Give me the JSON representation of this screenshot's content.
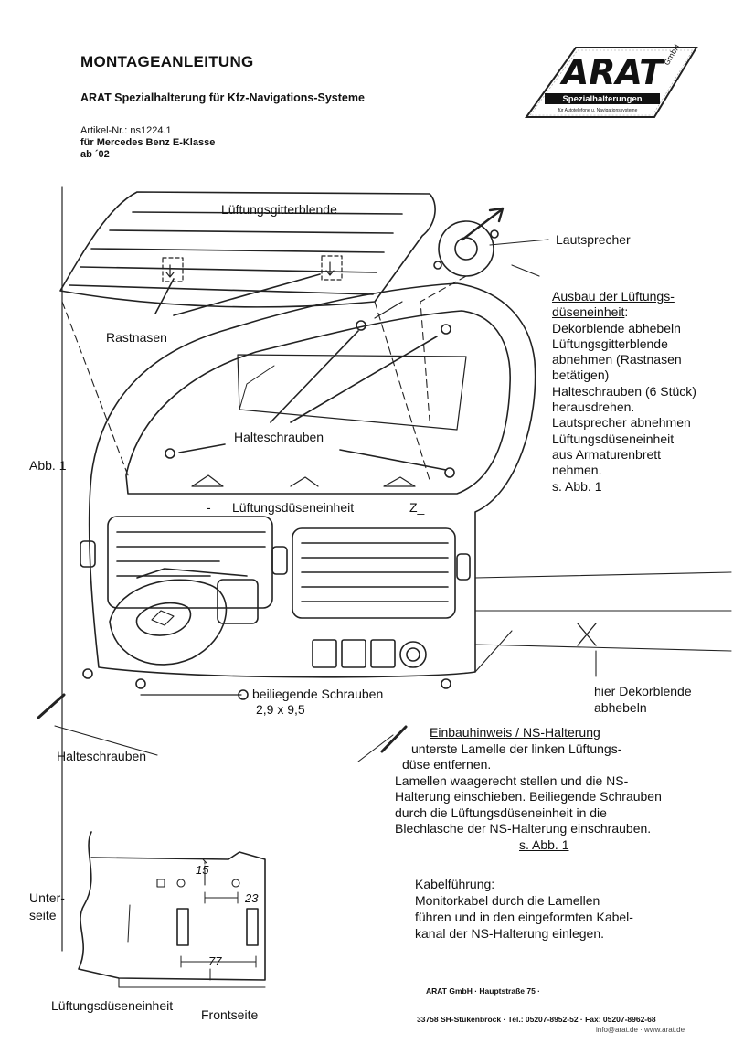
{
  "header": {
    "title": "MONTAGEANLEITUNG",
    "subtitle": "ARAT Spezialhalterung für Kfz-Navigations-Systeme",
    "article": "Artikel-Nr.: ns1224.1",
    "vehicle": "für Mercedes Benz E-Klasse",
    "year": "ab ´02"
  },
  "logo": {
    "brand": "ARAT",
    "suffix": "GmbH",
    "line1": "Spezialhalterungen",
    "line2": "für Autotelefone u. Navigationssysteme"
  },
  "figure": {
    "label_lueftungsgitterblende": "Lüftungsgitterblende",
    "label_lautsprecher": "Lautsprecher",
    "label_rastnasen": "Rastnasen",
    "label_halteschrauben_top": "Halteschrauben",
    "label_abb1": "Abb. 1",
    "label_lueftungsdueseneinheit": "Lüftungsdüseneinheit",
    "label_dash": "-",
    "label_dash2": "Z_",
    "label_beiliegende": "beiliegende Schrauben",
    "label_size": "2,9 x 9,5",
    "label_halteschrauben_bottom": "Halteschrauben",
    "label_hier_dekor_1": "hier Dekorblende",
    "label_hier_dekor_2": "abhebeln"
  },
  "ausbau": {
    "heading_1": "Ausbau der Lüftungs-",
    "heading_2": "düseneinheit",
    "heading_colon": ":",
    "lines": [
      "Dekorblende abhebeln",
      "Lüftungsgitterblende",
      "abnehmen (Rastnasen",
      "betätigen)",
      "Halteschrauben (6 Stück)",
      "herausdrehen.",
      "Lautsprecher abnehmen",
      "Lüftungsdüseneinheit",
      "aus Armaturenbrett",
      "nehmen.",
      "s. Abb. 1"
    ]
  },
  "einbau": {
    "heading": "Einbauhinweis / NS-Halterung",
    "lines": [
      "unterste Lamelle der linken Lüftungs-",
      "düse entfernen.",
      "Lamellen waagerecht stellen und die NS-",
      "Halterung einschieben. Beiliegende Schrauben",
      "durch die Lüftungsdüseneinheit in die",
      "Blechlasche der NS-Halterung einschrauben."
    ],
    "ref": "s. Abb. 1"
  },
  "detail": {
    "label_unterseite_1": "Unter-",
    "label_unterseite_2": "seite",
    "dim_15": "15",
    "dim_23": "23",
    "dim_77": "77",
    "label_lueftungsdueseneinheit": "Lüftungsdüseneinheit",
    "label_frontseite": "Frontseite"
  },
  "kabel": {
    "heading": "Kabelführung:",
    "lines": [
      "Monitorkabel durch die Lamellen",
      "führen und in den eingeformten Kabel-",
      "kanal der NS-Halterung einlegen."
    ]
  },
  "footer": {
    "line1": "ARAT GmbH  ·  Hauptstraße 75  ·",
    "line2": "33758 SH-Stukenbrock  ·  Tel.: 05207-8952-52  ·  Fax: 05207-8962-68",
    "line3": "info@arat.de  ·  www.arat.de"
  }
}
